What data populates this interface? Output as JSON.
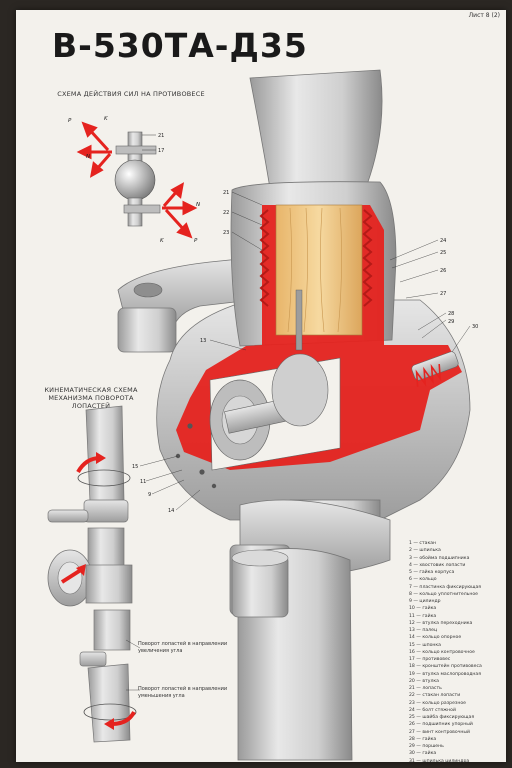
{
  "sheet_label": "Лист 8 (2)",
  "title": "В-530ТА-Д35",
  "captions": {
    "forces": "СХЕМА ДЕЙСТВИЯ СИЛ НА ПРОТИВОВЕСЕ",
    "kinematic": "КИНЕМАТИЧЕСКАЯ СХЕМА МЕХАНИЗМА ПОВОРОТА ЛОПАСТЕЙ"
  },
  "force_vectors": {
    "p": "P",
    "k": "K",
    "n": "N"
  },
  "force_numbers": [
    "21",
    "17"
  ],
  "callouts": [
    "21",
    "22",
    "23",
    "24",
    "25",
    "26",
    "27",
    "28",
    "29",
    "30",
    "13",
    "15",
    "11",
    "9",
    "14"
  ],
  "legend": [
    "1 — стакан",
    "2 — шпилька",
    "3 — обойма подшипника",
    "4 — хвостовик лопасти",
    "5 — гайка корпуса",
    "6 — кольцо",
    "7 — пластинка фиксирующая",
    "8 — кольцо уплотнительное",
    "9 — цилиндр",
    "10 — гайка",
    "11 — гайка",
    "12 — втулка переходника",
    "13 — палец",
    "14 — кольцо опорное",
    "15 — шпонка",
    "16 — кольцо контровочное",
    "17 — противовес",
    "18 — кронштейн противовеса",
    "19 — втулка маслопроводная",
    "20 — втулка",
    "21 — лопасть",
    "22 — стакан лопасти",
    "23 — кольцо разрезное",
    "24 — болт стяжной",
    "25 — шайба фиксирующая",
    "26 — подшипник упорный",
    "27 — винт контровочный",
    "28 — гайка",
    "29 — поршень",
    "30 — гайка",
    "31 — шпилька цилиндра"
  ],
  "notes": {
    "increase": "Поворот лопастей в направлении увеличения угла",
    "decrease": "Поворот лопастей в направлении уменьшения угла"
  },
  "colors": {
    "section_red": "#e5231f",
    "wood": "#efc784",
    "metal": "#c9c9c9",
    "paper": "#f3f1ec"
  }
}
